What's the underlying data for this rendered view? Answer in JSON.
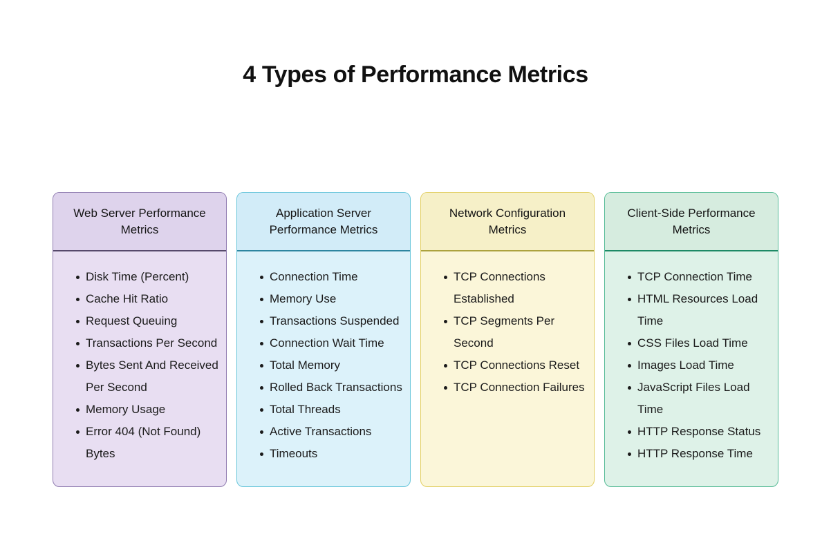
{
  "page": {
    "title": "4 Types of Performance Metrics",
    "background": "#ffffff",
    "text_color": "#111111"
  },
  "cards": [
    {
      "title": "Web Server Performance Metrics",
      "colors": {
        "border": "#8f7bb0",
        "header_bg": "#ded3ec",
        "body_bg": "#e8def2",
        "divider": "#56496b"
      },
      "items": [
        "Disk Time (Percent)",
        "Cache Hit Ratio",
        "Request Queuing",
        "Transactions Per Second",
        "Bytes Sent And Received Per Second",
        "Memory Usage",
        "Error 404 (Not Found) Bytes"
      ]
    },
    {
      "title": "Application Server Performance Metrics",
      "colors": {
        "border": "#67c5da",
        "header_bg": "#d2ecf8",
        "body_bg": "#dcf2fa",
        "divider": "#2e86a0"
      },
      "items": [
        "Connection Time",
        "Memory Use",
        "Transactions Suspended",
        "Connection Wait Time",
        "Total Memory",
        "Rolled Back Transactions",
        "Total Threads",
        "Active Transactions",
        "Timeouts"
      ]
    },
    {
      "title": "Network Configuration Metrics",
      "colors": {
        "border": "#e2cf63",
        "header_bg": "#f6f0c8",
        "body_bg": "#fbf6d9",
        "divider": "#aca23e"
      },
      "items": [
        "TCP Connections Established",
        "TCP Segments Per Second",
        "TCP Connections Reset",
        "TCP Connection Failures"
      ]
    },
    {
      "title": "Client-Side Performance Metrics",
      "colors": {
        "border": "#55bb96",
        "header_bg": "#d6ecdf",
        "body_bg": "#def2e8",
        "divider": "#1d8a66"
      },
      "items": [
        "TCP Connection Time",
        "HTML Resources Load Time",
        "CSS Files Load Time",
        "Images Load Time",
        "JavaScript Files Load Time",
        "HTTP Response Status",
        "HTTP Response Time"
      ]
    }
  ]
}
